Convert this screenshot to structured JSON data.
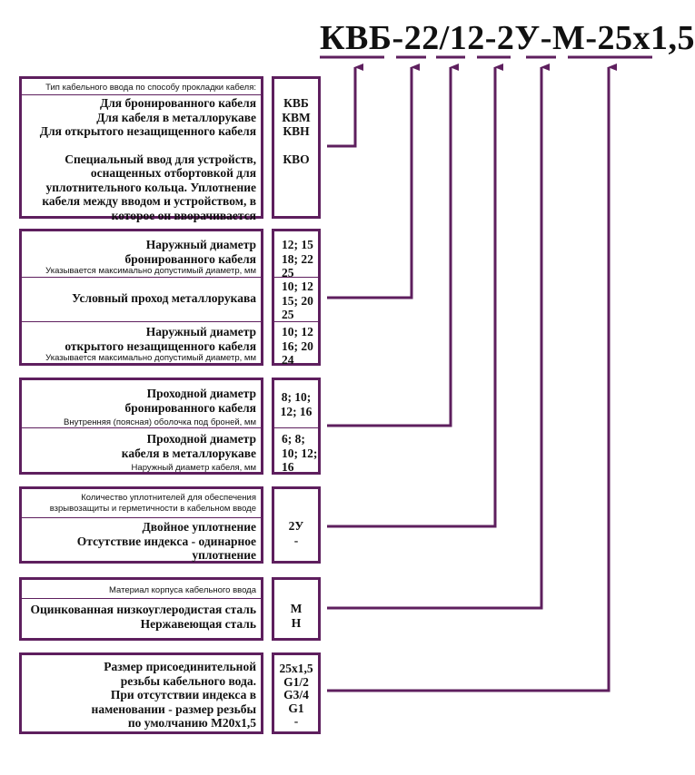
{
  "title": {
    "full": "КВБ-22/12-2У-М-25x1,5",
    "segments": [
      "КВБ",
      "22",
      "12",
      "2У",
      "М",
      "25x1,5"
    ],
    "separators": [
      "-",
      "/",
      "-",
      "-",
      "-"
    ]
  },
  "accent_color": "#5e1f5e",
  "sections": [
    {
      "id": "cable-entry-type",
      "caption": "Тип кабельного ввода по способу прокладки кабеля:",
      "options": [
        {
          "label": "Для бронированного кабеля",
          "code": "КВБ"
        },
        {
          "label": "Для кабеля в металлорукаве",
          "code": "КВМ"
        },
        {
          "label": "Для открытого незащищенного кабеля",
          "code": "КВН"
        },
        {
          "label": "Специальный ввод для устройств, оснащенных отбортовкой для уплотнительного кольца. Уплотнение кабеля между вводом и устройством, в которое он вворачивается",
          "code": "КВО"
        }
      ],
      "lines": [
        "Специальный ввод для устройств,",
        "оснащенных отбортовкой для",
        "уплотнительного кольца. Уплотнение",
        "кабеля между вводом и устройством, в",
        "которое он вворачивается"
      ],
      "links_to": "КВБ"
    },
    {
      "id": "outer-diameter",
      "rows": [
        {
          "title_lines": [
            "Наружный диаметр",
            "бронированного кабеля"
          ],
          "note": "Указывается максимально допустимый диаметр, мм",
          "values": [
            "12; 15",
            "18; 22",
            "25"
          ]
        },
        {
          "title_lines": [
            "Условный проход металлорукава"
          ],
          "note": "",
          "values": [
            "10; 12",
            "15; 20",
            "25"
          ]
        },
        {
          "title_lines": [
            "Наружный диаметр",
            "открытого незащищенного кабеля"
          ],
          "note": "Указывается максимально допустимый диаметр, мм",
          "values": [
            "10; 12",
            "16; 20",
            "24"
          ]
        }
      ],
      "links_to": "22"
    },
    {
      "id": "bore-diameter",
      "rows": [
        {
          "title_lines": [
            "Проходной диаметр",
            "бронированного кабеля"
          ],
          "note": "Внутренняя (поясная) оболочка под броней, мм",
          "values": [
            "8; 10;",
            "12; 16"
          ]
        },
        {
          "title_lines": [
            "Проходной диаметр",
            "кабеля в металлорукаве"
          ],
          "note": "Наружный диаметр кабеля, мм",
          "values": [
            "6; 8;",
            "10; 12;",
            "16"
          ]
        }
      ],
      "links_to": "12"
    },
    {
      "id": "seal-count",
      "caption_lines": [
        "Количество уплотнителей для обеспечения",
        "взрывозащиты и  герметичности в кабельном вводе"
      ],
      "lines": [
        "Двойное уплотнение",
        "Отсутствие индекса - одинарное",
        "уплотнение"
      ],
      "values": [
        "2У",
        "-"
      ],
      "links_to": "2У"
    },
    {
      "id": "body-material",
      "caption": "Материал корпуса кабельного ввода",
      "lines": [
        "Оцинкованная низкоуглеродистая сталь",
        "Нержавеющая сталь"
      ],
      "values": [
        "М",
        "Н"
      ],
      "links_to": "М"
    },
    {
      "id": "thread-size",
      "lines": [
        "Размер присоединительной",
        "резьбы кабельного вода.",
        "При отсутствии индекса в",
        "наменовании - размер резьбы",
        "по умолчанию М20x1,5"
      ],
      "values": [
        "25x1,5",
        "G1/2",
        "G3/4",
        "G1",
        "-"
      ],
      "links_to": "25x1,5"
    }
  ]
}
